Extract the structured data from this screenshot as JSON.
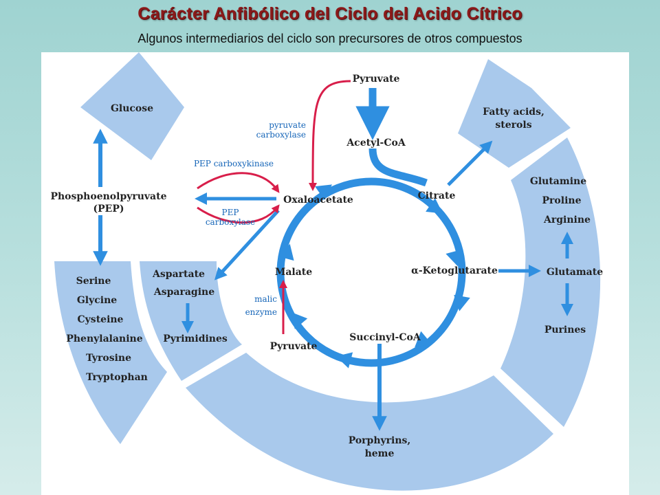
{
  "header": {
    "title": "Carácter Anfibólico del Ciclo del Acido Cítrico",
    "subtitle": "Algunos intermediarios del ciclo son precursores de otros compuestos"
  },
  "colors": {
    "sector_fill": "#a9c9ec",
    "arrow_blue": "#2f8fe0",
    "arrow_red": "#d81e4a",
    "enzyme_text": "#1565b8"
  },
  "cycle": {
    "intermediates": {
      "oxaloacetate": "Oxaloacetate",
      "citrate": "Citrate",
      "ketoglutarate": "α-Ketoglutarate",
      "succinyl_coa": "Succinyl-CoA",
      "malate": "Malate"
    },
    "pyruvate_top": "Pyruvate",
    "acetyl_coa": "Acetyl-CoA",
    "pyruvate_bottom": "Pyruvate",
    "pep": [
      "Phosphoenolpyruvate",
      "(PEP)"
    ]
  },
  "enzymes": {
    "pyruvate_carboxylase": [
      "pyruvate",
      "carboxylase"
    ],
    "pep_carboxykinase": "PEP carboxykinase",
    "pep_carboxylase": [
      "PEP",
      "carboxylase"
    ],
    "malic_enzyme": [
      "malic",
      "enzyme"
    ]
  },
  "sectors": {
    "glucose": [
      "Glucose"
    ],
    "fatty_acids": [
      "Fatty acids,",
      "sterols"
    ],
    "glutamine_group": [
      "Glutamine",
      "Proline",
      "Arginine"
    ],
    "glutamate": "Glutamate",
    "purines": "Purines",
    "serine_group": [
      "Serine",
      "Glycine",
      "Cysteine",
      "Phenylalanine",
      "Tyrosine",
      "Tryptophan"
    ],
    "aspartate_group": [
      "Aspartate",
      "Asparagine"
    ],
    "pyrimidines": "Pyrimidines",
    "porphyrins": [
      "Porphyrins,",
      "heme"
    ]
  }
}
